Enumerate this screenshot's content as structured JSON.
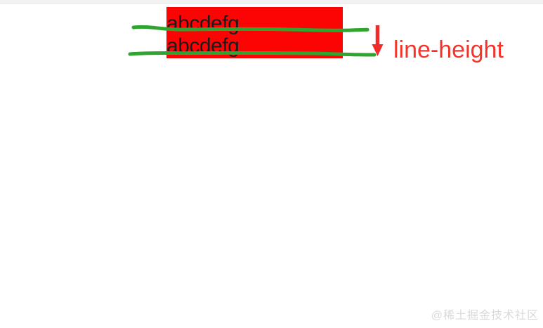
{
  "demo": {
    "lines": [
      "abcdefg",
      "abcdefg"
    ],
    "box_color": "#fd0404",
    "text_color": "#1b1b1b"
  },
  "annotation": {
    "label": "line-height",
    "label_color": "#f2342b",
    "line_color": "#2fa42e",
    "arrow_color": "#f42a2a"
  },
  "watermark": {
    "text": "@稀土掘金技术社区",
    "color": "#d9d9d9"
  }
}
